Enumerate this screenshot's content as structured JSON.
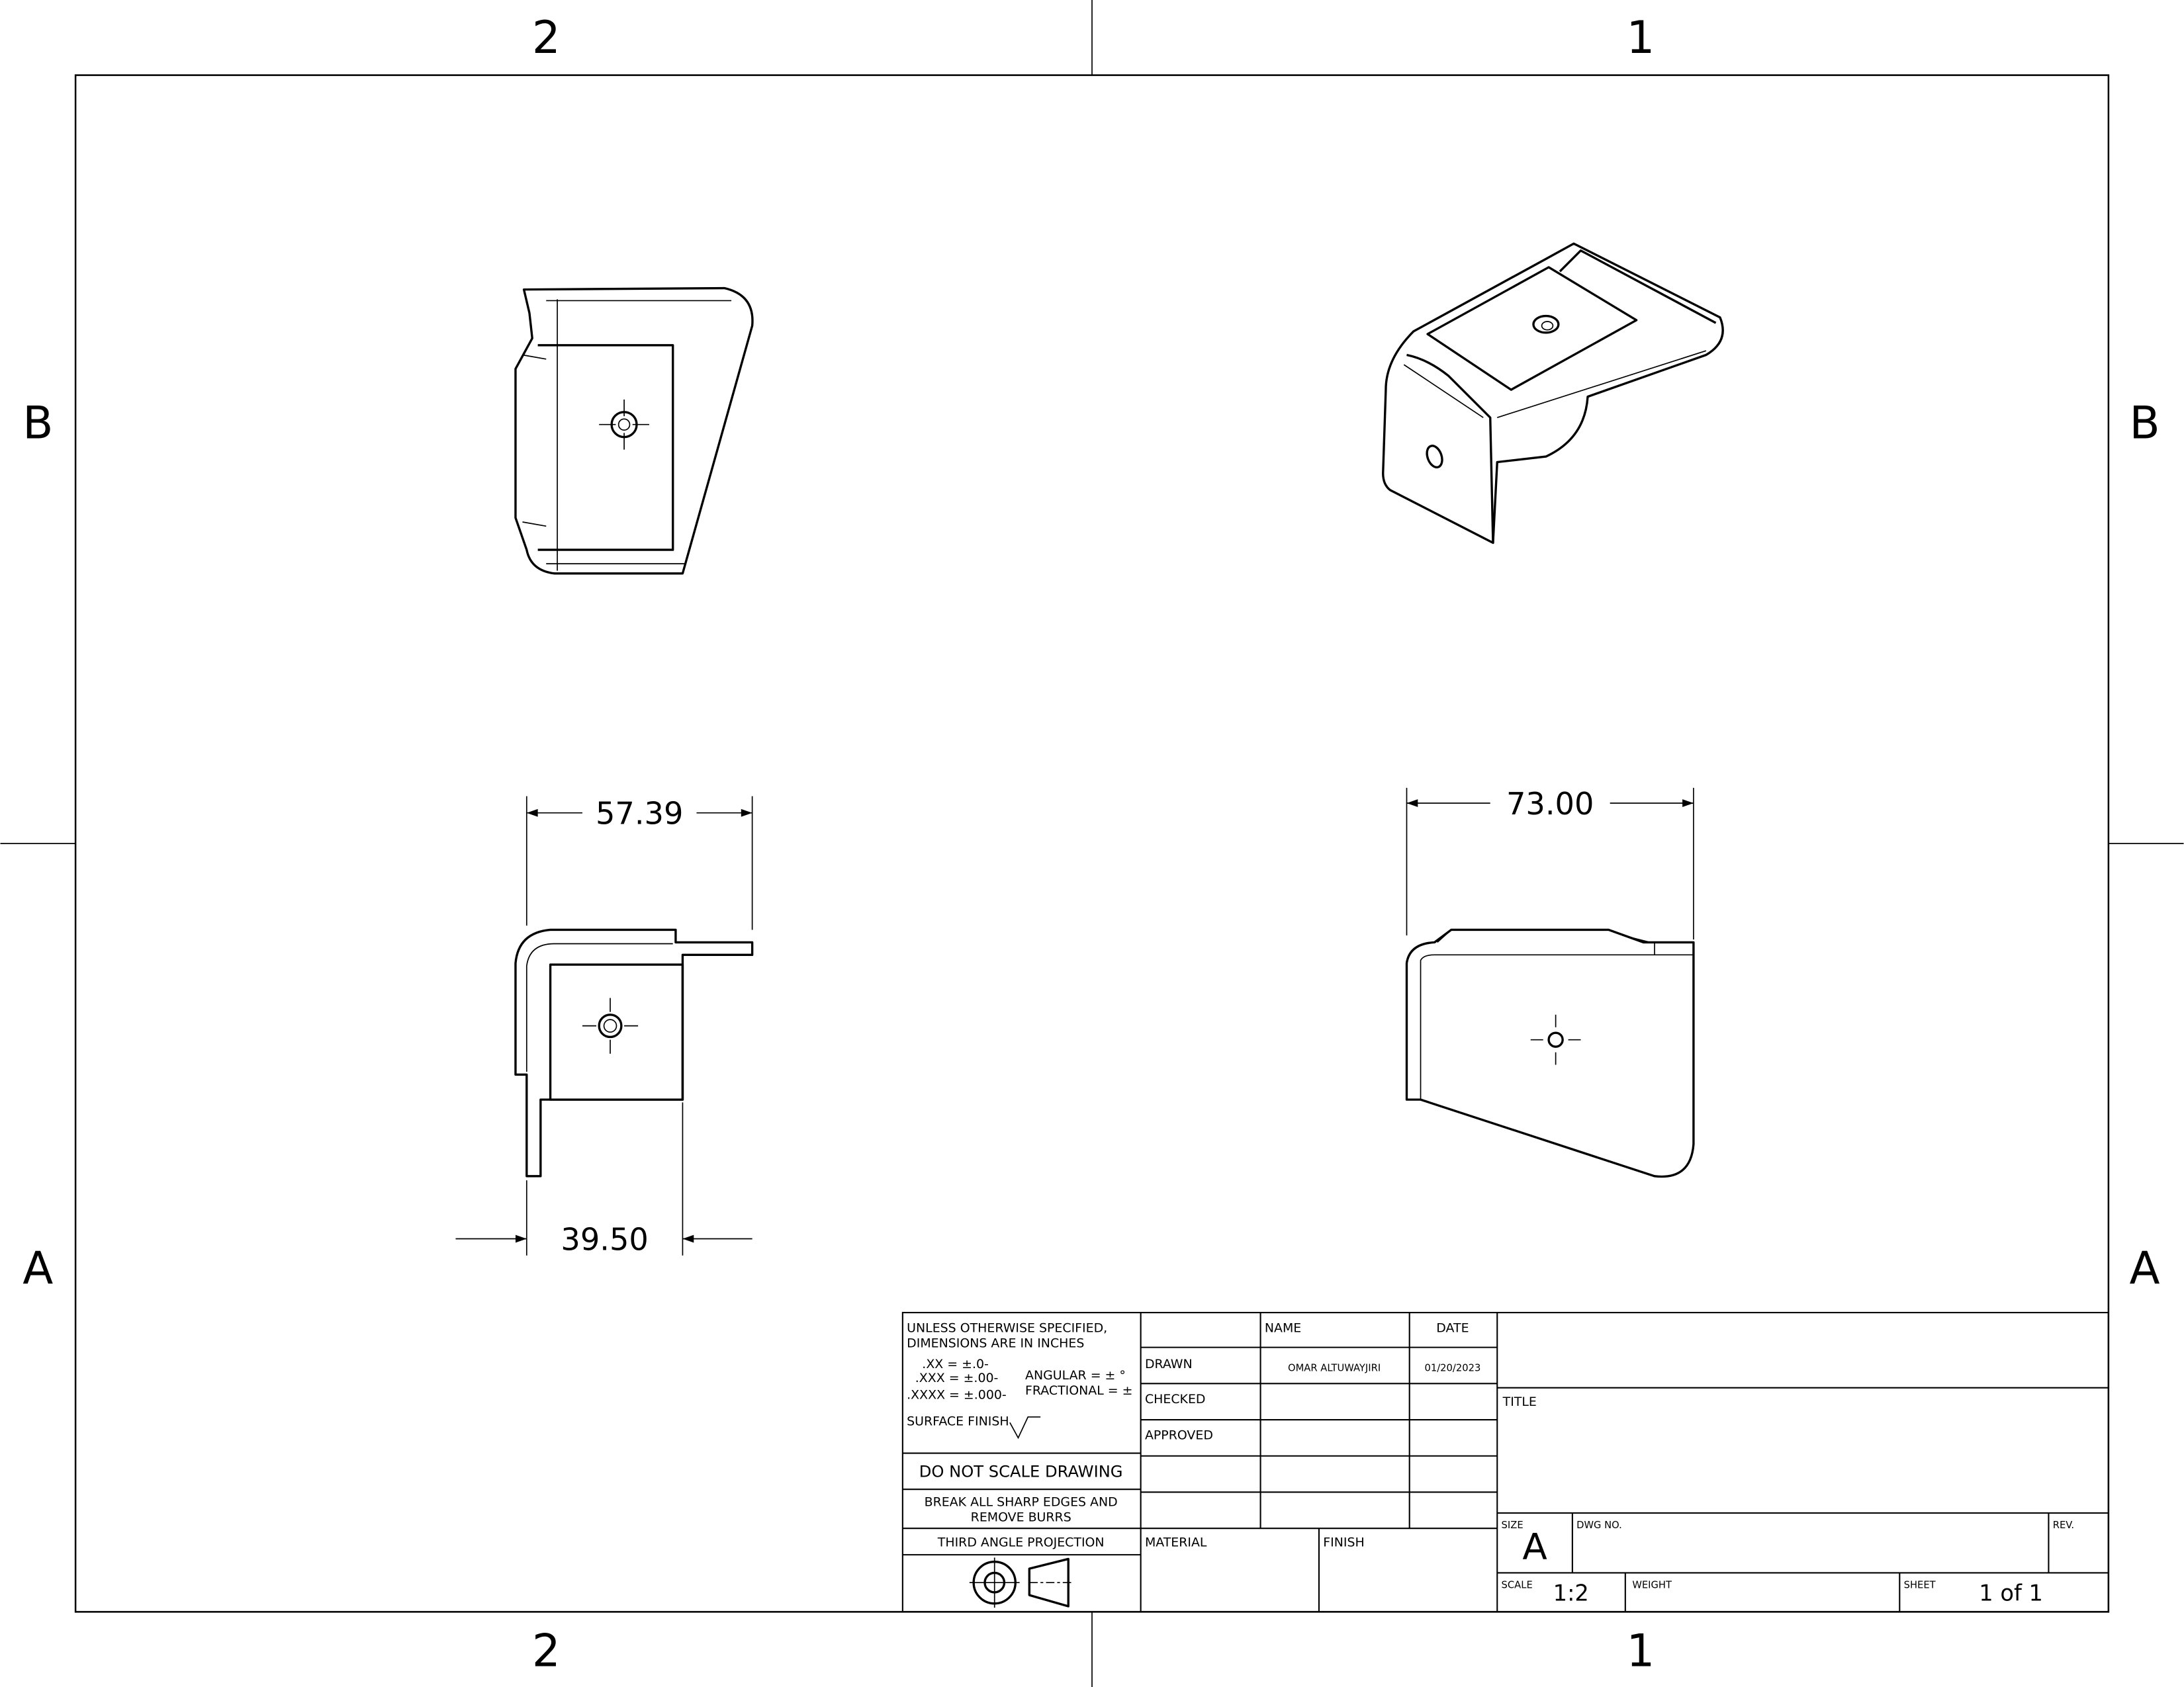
{
  "sheet": {
    "zones_top": [
      "2",
      "1"
    ],
    "zones_bottom": [
      "2",
      "1"
    ],
    "zones_left": [
      "B",
      "A"
    ],
    "zones_right": [
      "B",
      "A"
    ]
  },
  "dimensions": {
    "front_width": "57.39",
    "front_base": "39.50",
    "side_width": "73.00"
  },
  "title_block": {
    "notes": {
      "line1": "UNLESS OTHERWISE SPECIFIED,",
      "line2": "DIMENSIONS ARE IN INCHES",
      "tol_xx": ".XX = ±.0-",
      "tol_xxx": ".XXX = ±.00-",
      "tol_xxxx": ".XXXX = ±.000-",
      "angular": "ANGULAR = ± °",
      "fractional": "FRACTIONAL = ±",
      "surface_finish": "SURFACE FINISH"
    },
    "do_not_scale": "DO NOT SCALE DRAWING",
    "break_edges_1": "BREAK ALL SHARP EDGES AND",
    "break_edges_2": "REMOVE BURRS",
    "projection": "THIRD ANGLE PROJECTION",
    "header_name": "NAME",
    "header_date": "DATE",
    "drawn_label": "DRAWN",
    "drawn_name": "OMAR ALTUWAYJIRI",
    "drawn_date": "01/20/2023",
    "checked_label": "CHECKED",
    "approved_label": "APPROVED",
    "material_label": "MATERIAL",
    "finish_label": "FINISH",
    "title_label": "TITLE",
    "size_label": "SIZE",
    "size_value": "A",
    "dwg_no_label": "DWG NO.",
    "rev_label": "REV.",
    "scale_label": "SCALE",
    "scale_value": "1:2",
    "weight_label": "WEIGHT",
    "sheet_label": "SHEET",
    "sheet_value": "1 of 1"
  }
}
